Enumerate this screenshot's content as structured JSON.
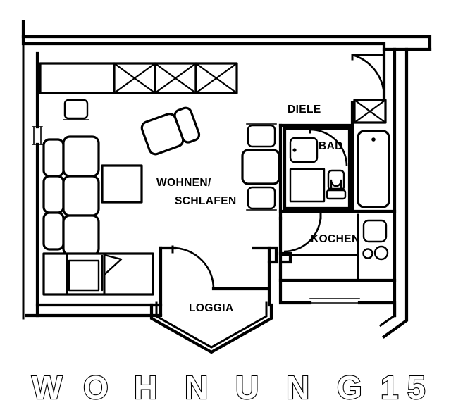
{
  "document": {
    "type": "floor-plan",
    "title": "WOHNUNG 15",
    "title_words": [
      "W",
      "O",
      "H",
      "N",
      "U",
      "N",
      "G",
      "1",
      "5"
    ],
    "language": "de",
    "line_color": "#000000",
    "background_color": "#ffffff"
  },
  "rooms": [
    {
      "id": "wohnen-schlafen",
      "label_line1": "WOHNEN/",
      "label_line2": "SCHLAFEN",
      "name": "Wohnen/Schlafen"
    },
    {
      "id": "diele",
      "label": "DIELE",
      "name": "Diele"
    },
    {
      "id": "bad",
      "label": "BAD",
      "name": "Bad"
    },
    {
      "id": "kochen",
      "label": "KOCHEN",
      "name": "Kochen"
    },
    {
      "id": "loggia",
      "label": "LOGGIA",
      "name": "Loggia"
    }
  ],
  "fixtures": {
    "wardrobe_run_sections": 3,
    "sofa_seats": 3,
    "armchairs": 1,
    "beds": 1,
    "dining_chairs": 2,
    "bathtub": 1,
    "toilet": 1,
    "washbasin": 1,
    "washing_machine": 1,
    "kitchen_sink": 1,
    "hotplates": 2,
    "doors": 4,
    "windows": 1
  }
}
